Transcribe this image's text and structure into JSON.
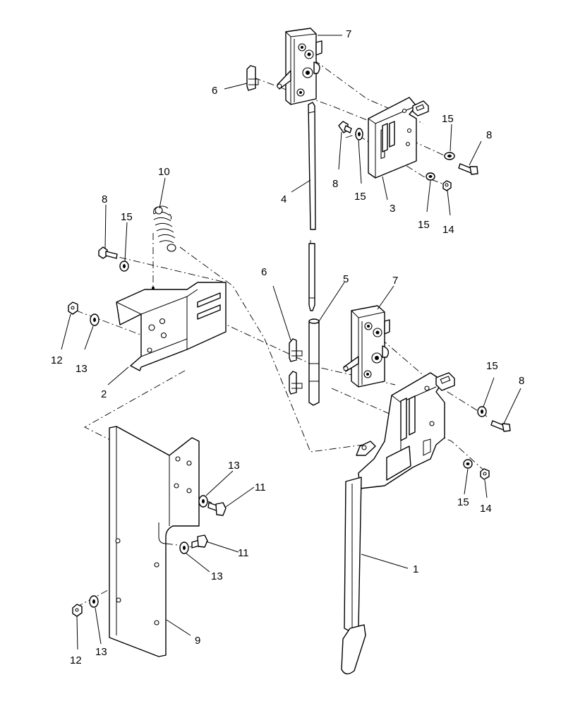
{
  "callouts": {
    "c1": "1",
    "c2": "2",
    "c3": "3",
    "c4": "4",
    "c5": "5",
    "c6_top": "6",
    "c6_mid": "6",
    "c7_top": "7",
    "c7_mid": "7",
    "c8_top_mid": "8",
    "c8_top_right": "8",
    "c8_left": "8",
    "c8_right": "8",
    "c9": "9",
    "c10": "10",
    "c11_upper": "11",
    "c11_lower": "11",
    "c12_upper": "12",
    "c12_lower": "12",
    "c13_upper": "13",
    "c13_mid": "13",
    "c13_right": "13",
    "c13_lower": "13",
    "c14_top": "14",
    "c14_bottom": "14",
    "c15_top_a": "15",
    "c15_top_b": "15",
    "c15_top_c": "15",
    "c15_left": "15",
    "c15_right_a": "15",
    "c15_right_b": "15"
  }
}
